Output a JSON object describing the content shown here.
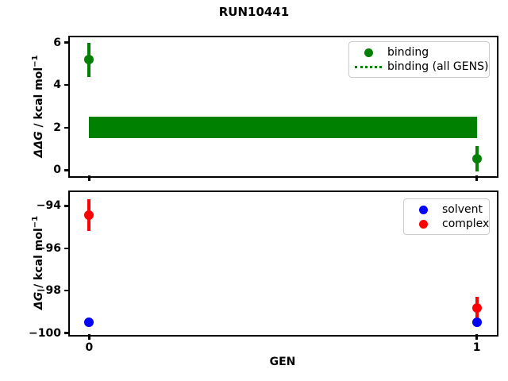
{
  "figure": {
    "title": "RUN10441",
    "background": "#ffffff"
  },
  "labels": {
    "ddg_delta": "ΔΔ",
    "dg_delta": "Δ",
    "g_symbol": "G",
    "unit": " / kcal mol",
    "unit_sup": "−1"
  },
  "colors": {
    "binding": "#008000",
    "solvent": "#0000ff",
    "complex": "#ff0000",
    "frame": "#000000",
    "legend_border": "#cccccc"
  },
  "chart_data": [
    {
      "id": "ddg",
      "type": "scatter",
      "title": "RUN10441",
      "ylabel": "ΔΔG / kcal mol⁻¹",
      "xlabel": "",
      "xlim": [
        -0.05,
        1.05
      ],
      "ylim": [
        -0.25,
        6.25
      ],
      "xticks": [
        0,
        1
      ],
      "yticks": [
        6,
        4,
        2,
        0
      ],
      "grid": false,
      "legend_position": "upper right",
      "series": [
        {
          "name": "binding",
          "color": "#008000",
          "marker": "circle",
          "x": [
            0,
            1
          ],
          "y": [
            5.2,
            0.55
          ],
          "yerr": [
            0.8,
            0.6
          ]
        }
      ],
      "band": {
        "name": "binding (all GENS)",
        "color": "#008000",
        "x_range": [
          0,
          1
        ],
        "y_center": 2.0,
        "y_min": 1.5,
        "y_max": 2.5
      },
      "legend": [
        {
          "label": "binding",
          "marker": "dot",
          "color": "#008000"
        },
        {
          "label": "binding (all GENS)",
          "marker": "dotted-line",
          "color": "#008000"
        }
      ]
    },
    {
      "id": "dg",
      "type": "scatter",
      "title": "",
      "ylabel": "ΔG / kcal mol⁻¹",
      "xlabel": "GEN",
      "xlim": [
        -0.05,
        1.05
      ],
      "ylim": [
        -100.05,
        -93.35
      ],
      "xticks": [
        0,
        1
      ],
      "yticks": [
        -94,
        -96,
        -98,
        -100
      ],
      "grid": false,
      "legend_position": "upper right",
      "series": [
        {
          "name": "solvent",
          "color": "#0000ff",
          "marker": "circle",
          "x": [
            0,
            1
          ],
          "y": [
            -99.5,
            -99.5
          ],
          "yerr": [
            0.15,
            0.15
          ]
        },
        {
          "name": "complex",
          "color": "#ff0000",
          "marker": "circle",
          "x": [
            0,
            1
          ],
          "y": [
            -94.45,
            -98.8
          ],
          "yerr": [
            0.75,
            0.5
          ]
        }
      ],
      "legend": [
        {
          "label": "solvent",
          "marker": "dot",
          "color": "#0000ff"
        },
        {
          "label": "complex",
          "marker": "dot",
          "color": "#ff0000"
        }
      ]
    }
  ]
}
